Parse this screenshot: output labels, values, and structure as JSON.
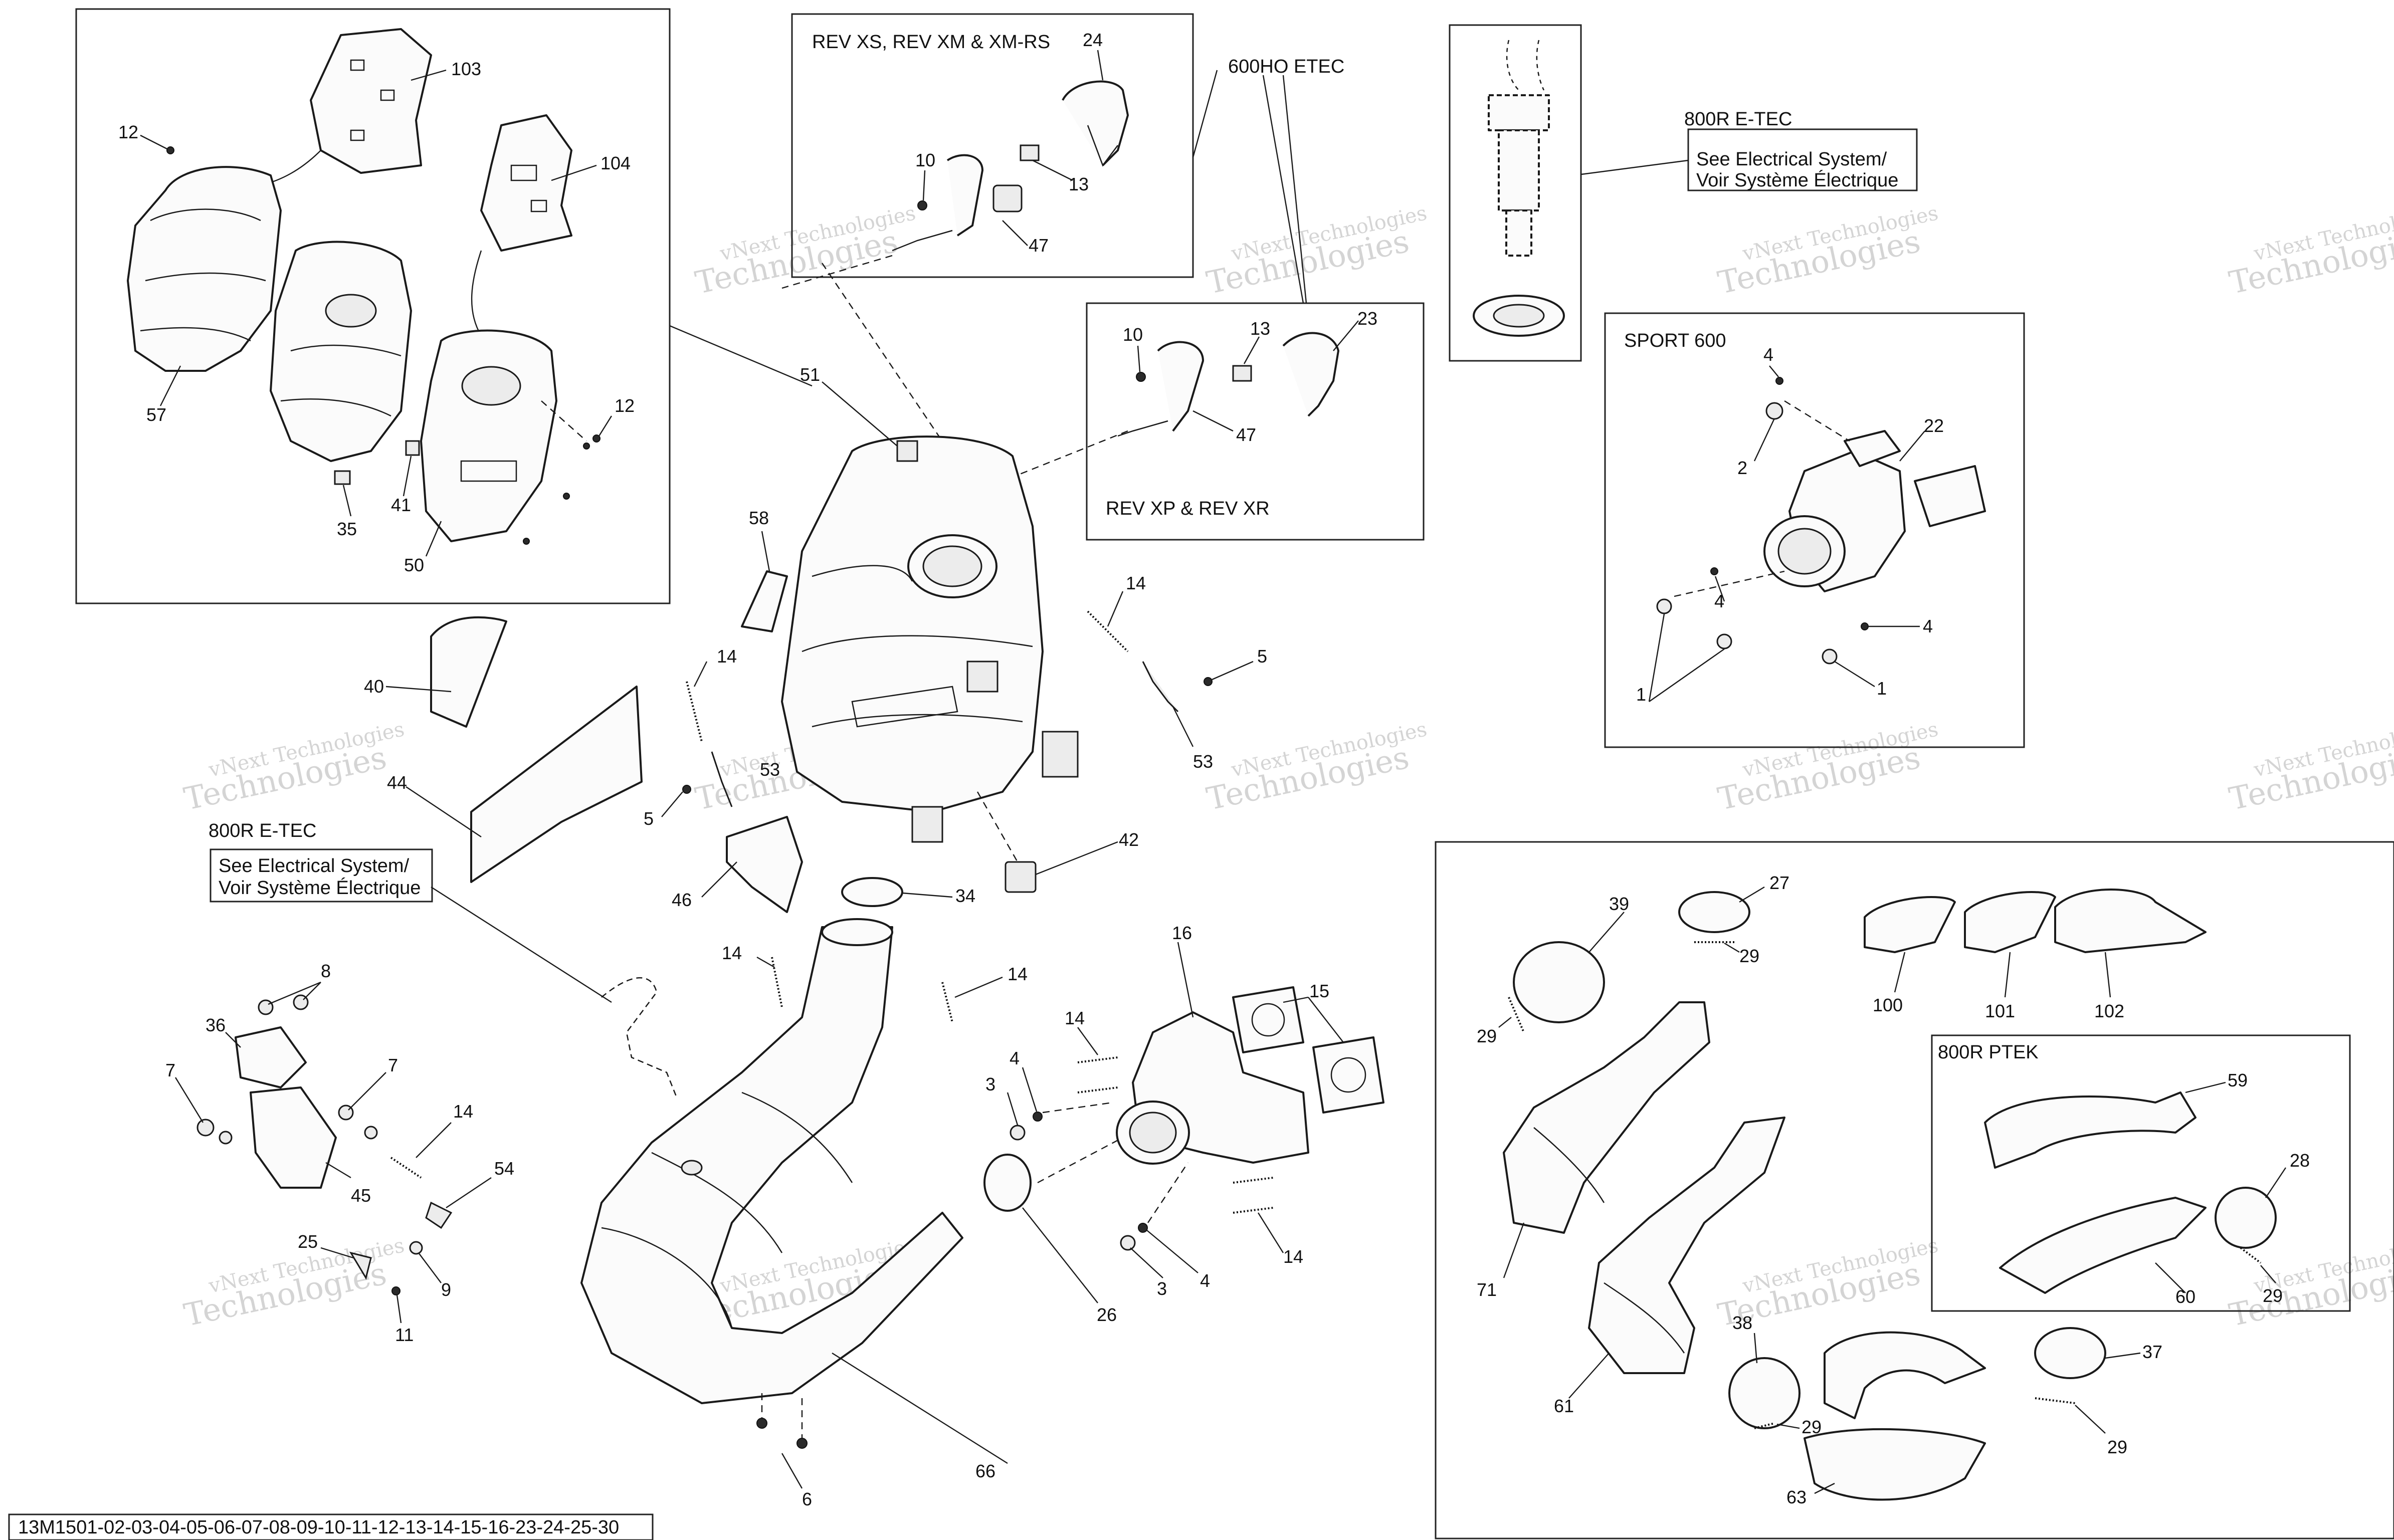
{
  "labels": {
    "rev_xs": "REV XS, REV XM & XM-RS",
    "ho_etec": "600HO ETEC",
    "rev_xp": "REV XP & REV XR",
    "r800_top": "800R E-TEC",
    "see_elec_1": "See Electrical System/",
    "see_elec_2": "Voir Système Électrique",
    "sport600": "SPORT 600",
    "r800_left": "800R E-TEC",
    "r800_ptek": "800R PTEK",
    "footer": "13M1501-02-03-04-05-06-07-08-09-10-11-12-13-14-15-16-23-24-25-30"
  },
  "watermark": {
    "line1": "vNext Technologies",
    "line2": "Technologies"
  },
  "callouts": {
    "c103": "103",
    "c104": "104",
    "c12a": "12",
    "c12b": "12",
    "c57": "57",
    "c35": "35",
    "c41": "41",
    "c50": "50",
    "c24": "24",
    "c10a": "10",
    "c13a": "13",
    "c47a": "47",
    "c10b": "10",
    "c13b": "13",
    "c23": "23",
    "c47b": "47",
    "c51": "51",
    "c58": "58",
    "c40": "40",
    "c44": "44",
    "c46": "46",
    "c14a": "14",
    "c14b": "14",
    "c14c": "14",
    "c14d": "14",
    "c14e": "14",
    "c14f": "14",
    "c14g": "14",
    "c5a": "5",
    "c5b": "5",
    "c53a": "53",
    "c53b": "53",
    "c42": "42",
    "c34": "34",
    "c8": "8",
    "c36": "36",
    "c7a": "7",
    "c7b": "7",
    "c45": "45",
    "c54": "54",
    "c25": "25",
    "c9": "9",
    "c11": "11",
    "c16": "16",
    "c15": "15",
    "c4a": "4",
    "c3a": "3",
    "c3b": "3",
    "c4b": "4",
    "c26": "26",
    "c66": "66",
    "c6": "6",
    "s4a": "4",
    "s2": "2",
    "s22": "22",
    "s4b": "4",
    "s4c": "4",
    "s1a": "1",
    "s1b": "1",
    "c39": "39",
    "c27": "27",
    "c29a": "29",
    "c29b": "29",
    "c29c": "29",
    "c29d": "29",
    "c29e": "29",
    "c100": "100",
    "c101": "101",
    "c102": "102",
    "c59": "59",
    "c28": "28",
    "c60": "60",
    "c71": "71",
    "c61": "61",
    "c38": "38",
    "c37": "37",
    "c63": "63"
  },
  "colors": {
    "line": "#1a1a1a",
    "watermark": "#d4d4d4",
    "background": "#ffffff"
  }
}
